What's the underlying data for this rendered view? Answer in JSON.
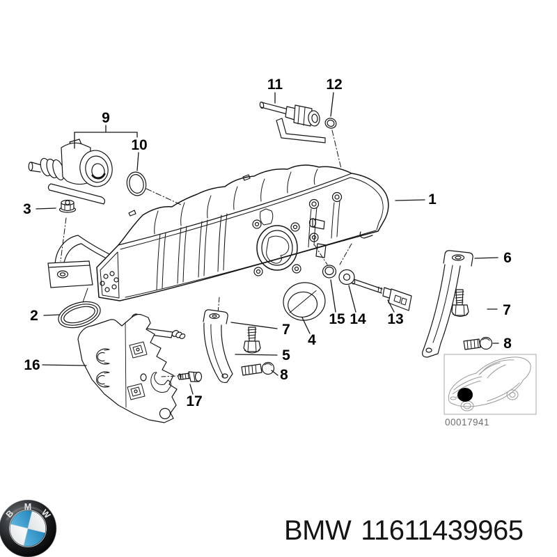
{
  "diagram": {
    "callouts": [
      "1",
      "2",
      "3",
      "4",
      "5",
      "6",
      "7",
      "7",
      "8",
      "8",
      "9",
      "10",
      "11",
      "12",
      "13",
      "14",
      "15",
      "16",
      "17"
    ],
    "thumbnail_code": "00017941"
  },
  "footer": {
    "brand": "BMW",
    "part_number": "11611439965",
    "logo_letters": {
      "b": "B",
      "m": "M",
      "w": "W"
    }
  },
  "colors": {
    "line": "#141414",
    "roundel_blue": "#2f99c9",
    "text": "#141414"
  }
}
